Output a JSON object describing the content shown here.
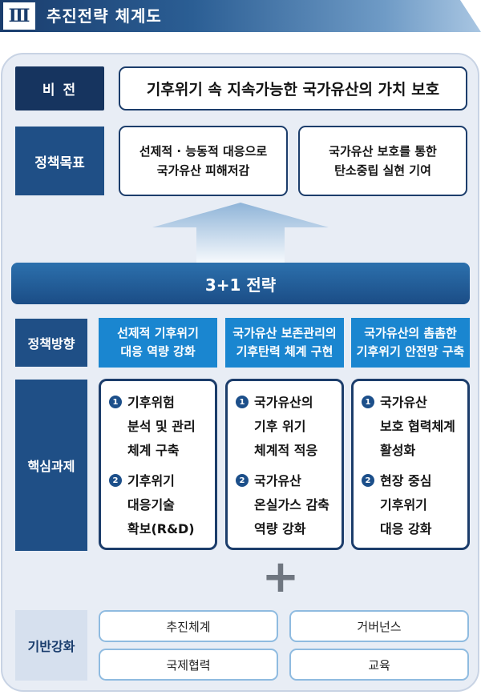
{
  "header": {
    "section_number": "Ⅲ",
    "title": "추진전략 체계도"
  },
  "vision": {
    "label": "비 전",
    "text": "기후위기 속 지속가능한 국가유산의 가치 보호"
  },
  "policy_goals": {
    "label": "정책목표",
    "goals": [
      {
        "line1": "선제적 · 능동적 대응으로",
        "line2": "국가유산 피해저감"
      },
      {
        "line1": "국가유산 보호를 통한",
        "line2": "탄소중립 실현 기여"
      }
    ]
  },
  "strategy": {
    "title": "3+1 전략"
  },
  "policy_directions": {
    "label": "정책방향",
    "items": [
      {
        "line1": "선제적 기후위기",
        "line2": "대응 역량 강화"
      },
      {
        "line1": "국가유산 보존관리의",
        "line2": "기후탄력 체계 구현"
      },
      {
        "line1": "국가유산의 촘촘한",
        "line2": "기후위기 안전망 구축"
      }
    ]
  },
  "core_tasks": {
    "label": "핵심과제",
    "columns": [
      {
        "tasks": [
          {
            "num": "1",
            "lines": [
              "기후위험",
              "분석 및 관리",
              "체계 구축"
            ]
          },
          {
            "num": "2",
            "lines": [
              "기후위기",
              "대응기술",
              "확보(R&D)"
            ]
          }
        ]
      },
      {
        "tasks": [
          {
            "num": "1",
            "lines": [
              "국가유산의",
              "기후 위기",
              "체계적 적응"
            ]
          },
          {
            "num": "2",
            "lines": [
              "국가유산",
              "온실가스 감축",
              "역량 강화"
            ]
          }
        ]
      },
      {
        "tasks": [
          {
            "num": "1",
            "lines": [
              "국가유산",
              "보호 협력체계",
              "활성화"
            ]
          },
          {
            "num": "2",
            "lines": [
              "현장 중심",
              "기후위기",
              "대응 강화"
            ]
          }
        ]
      }
    ]
  },
  "plus_symbol": "+",
  "foundation": {
    "label": "기반강화",
    "items": [
      "추진체계",
      "거버넌스",
      "국제협력",
      "교육"
    ]
  },
  "colors": {
    "navy": "#16345f",
    "blue": "#1f4f86",
    "bright_blue": "#1a86d0",
    "background": "#e8edf5"
  }
}
